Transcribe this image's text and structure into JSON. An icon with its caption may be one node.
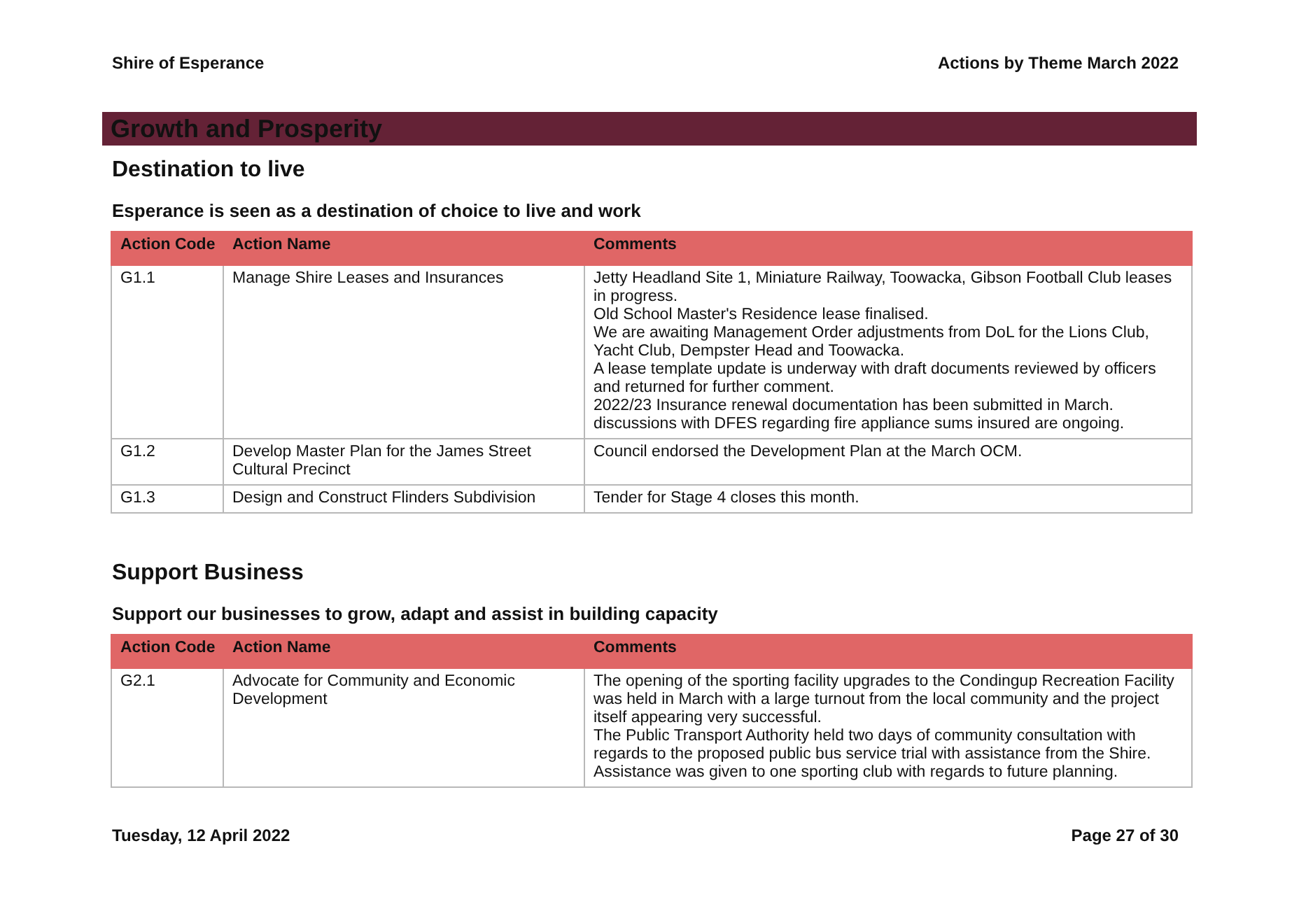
{
  "diagram": {
    "title": "Growth and Prosperity",
    "labels": [
      "Shire of Esperance",
      "Actions by Theme March 2022",
      "Destination to live",
      "Esperance is seen as a destination of choice to live and work",
      "Action Code",
      "Action Name",
      "Comments",
      "G1.1",
      "Manage Shire Leases and Insurances",
      "Jetty Headland Site 1, Miniature Railway, Toowacka, Gibson Football Club leases in progress.",
      "Old School Master's Residence lease finalised.",
      "We are awaiting Management Order adjustments from DoL for the Lions Club, Yacht Club, Dempster Head and Toowacka.",
      "A lease template update is underway with draft documents reviewed by officers and returned for further comment.",
      "2022/23 Insurance renewal documentation has been submitted in March.",
      "discussions with DFES regarding fire appliance sums insured are ongoing.",
      "G1.2",
      "Develop Master Plan for the James Street Cultural Precinct",
      "Council endorsed the Development Plan at the March OCM.",
      "G1.3",
      "Design and Construct Flinders Subdivision",
      "Tender for Stage 4 closes this month.",
      "Support Business",
      "Support our businesses to grow, adapt and assist in building capacity",
      "Action Code",
      "Action Name",
      "Comments",
      "G2.1",
      "Advocate for Community and Economic Development",
      "The opening of the sporting facility upgrades to the Condingup Recreation Facility was held in March with a large turnout from the local community and the project itself appearing very successful.",
      "The Public Transport Authority held two days of community consultation with regards to the proposed public bus service trial with assistance from the Shire.",
      "Assistance was given to one sporting club with regards to future planning.",
      "Tuesday, 12 April 2022",
      "Page **27** of **30**"
    ]
  }
}
